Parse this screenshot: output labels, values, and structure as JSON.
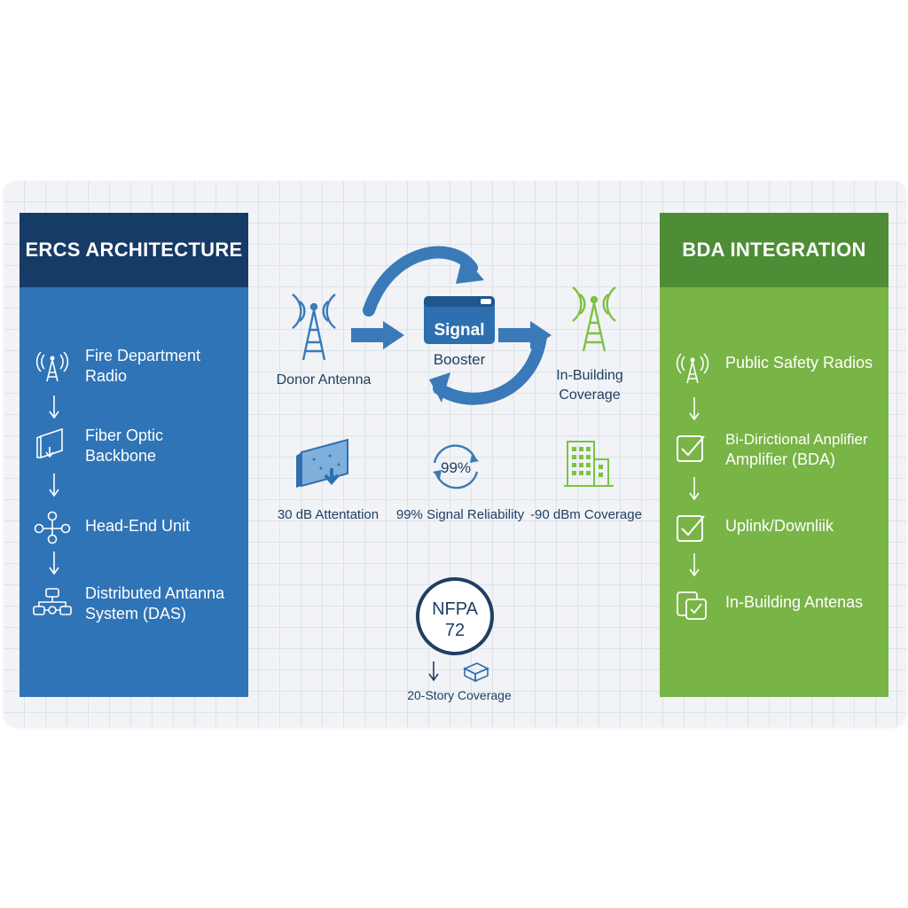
{
  "left_panel": {
    "title": "ERCS ARCHITECTURE",
    "items": [
      {
        "label_line1": "Fire Department",
        "label_line2": "Radio",
        "icon": "radio-tower-icon"
      },
      {
        "label_line1": "Fiber Optic",
        "label_line2": "Backbone",
        "icon": "fiber-backbone-icon"
      },
      {
        "label_line1": "Head-End Unit",
        "label_line2": "",
        "icon": "head-end-unit-icon"
      },
      {
        "label_line1": "Distributed Antanna",
        "label_line2": "System (DAS)",
        "icon": "das-network-icon"
      }
    ]
  },
  "center": {
    "donor_label": "Donor Antenna",
    "booster_line1": "Signal",
    "booster_line2": "Booster",
    "coverage_line1": "In-Building",
    "coverage_line2": "Coverage",
    "stats": [
      {
        "label": "30 dB Attentation",
        "icon": "attenuation-box-icon"
      },
      {
        "label": "99% Signal Reliability",
        "badge": "99%",
        "icon": "reliability-cycle-icon"
      },
      {
        "label": "-90 dBm Coverage",
        "icon": "building-icon"
      }
    ],
    "nfpa_line1": "NFPA",
    "nfpa_line2": "72",
    "story_label": "20-Story Coverage"
  },
  "right_panel": {
    "title": "BDA INTEGRATION",
    "items": [
      {
        "label_line1": "Public Safety Radios",
        "label_line2": "",
        "icon": "radio-tower-icon"
      },
      {
        "label_line1": "Bi-Dirictional Anplifier",
        "label_line2": "Amplifier (BDA)",
        "icon": "checkbox-icon"
      },
      {
        "label_line1": "Uplink/Downliik",
        "label_line2": "",
        "icon": "checkbox-icon"
      },
      {
        "label_line1": "In-Building Antenas",
        "label_line2": "",
        "icon": "antenna-check-icon"
      }
    ]
  },
  "colors": {
    "blue_panel": "#2f74b6",
    "navy_header": "#163b66",
    "green_panel": "#79b446",
    "green_header": "#4e8d36",
    "accent_blue": "#3a7ab8",
    "accent_green": "#7cc242"
  }
}
